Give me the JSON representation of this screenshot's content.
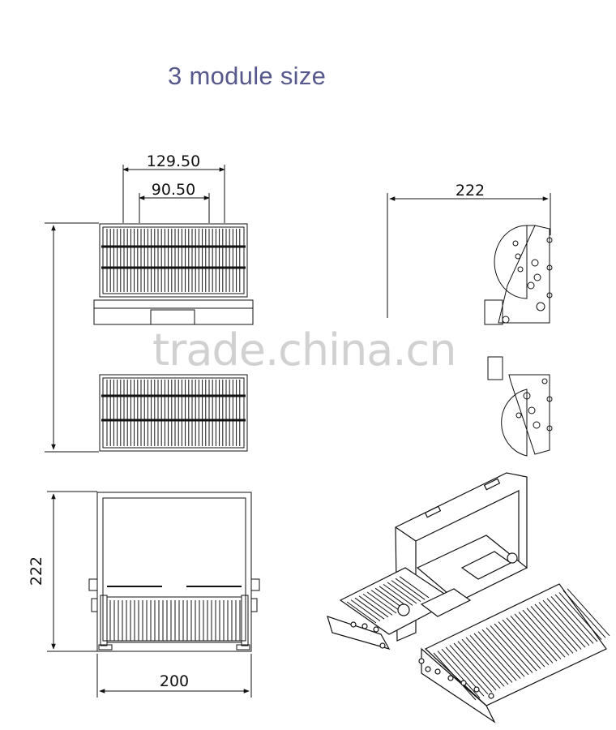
{
  "title": "3 module size",
  "dimensions": {
    "top_outer_width": "129.50",
    "top_inner_width": "90.50",
    "side_depth": "222",
    "front_height": "222",
    "front_width": "200"
  },
  "watermark": "trade.china.cn",
  "colors": {
    "title": "#57598c",
    "line": "#111111",
    "watermark": "#c9c9c9"
  }
}
